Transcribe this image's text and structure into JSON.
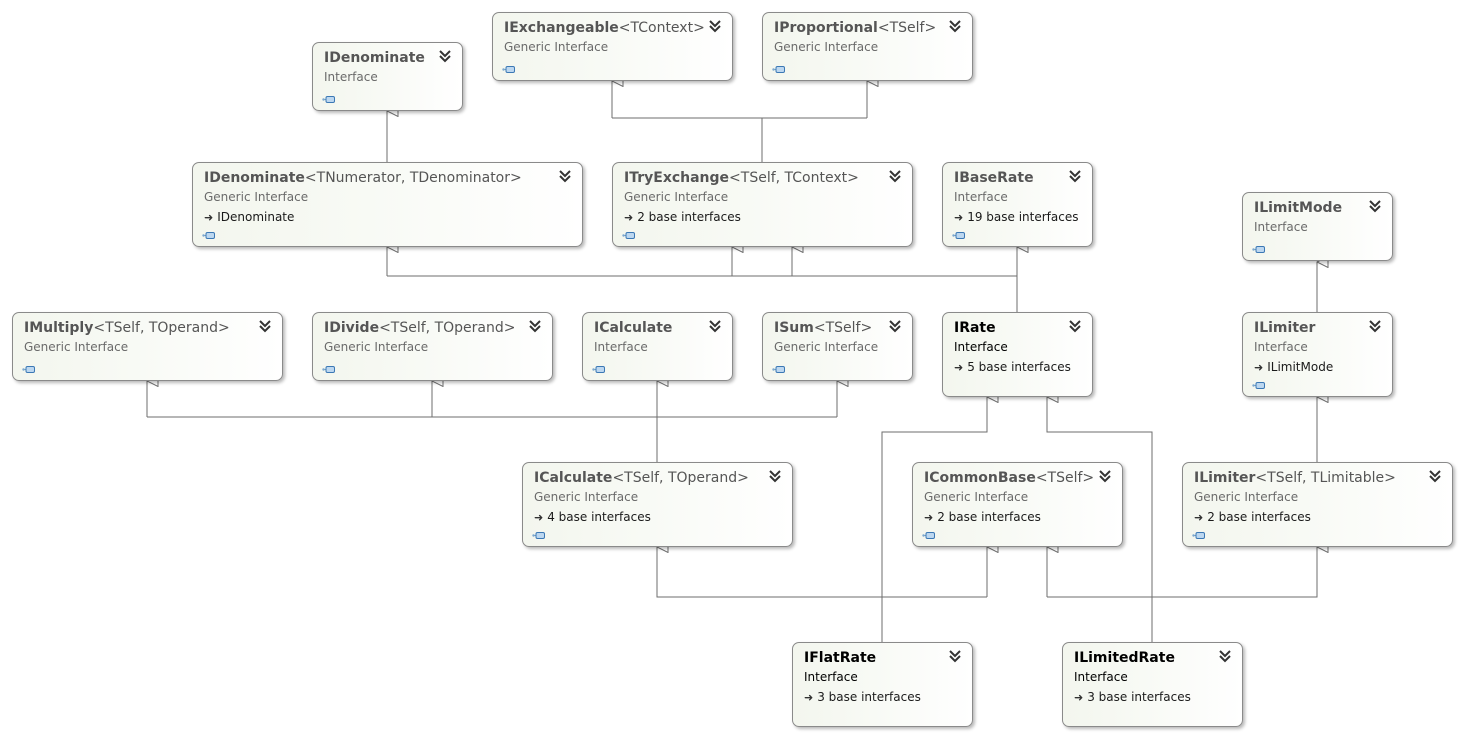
{
  "nodes": {
    "idenominate": {
      "title": "IDenominate",
      "params": "",
      "kind": "Interface",
      "base": ""
    },
    "iexchangeable": {
      "title": "IExchangeable",
      "params": "<TContext>",
      "kind": "Generic Interface",
      "base": ""
    },
    "iproportional": {
      "title": "IProportional",
      "params": "<TSelf>",
      "kind": "Generic Interface",
      "base": ""
    },
    "idenominate2": {
      "title": "IDenominate",
      "params": "<TNumerator, TDenominator>",
      "kind": "Generic Interface",
      "base": "IDenominate"
    },
    "itryexchange": {
      "title": "ITryExchange",
      "params": "<TSelf, TContext>",
      "kind": "Generic Interface",
      "base": "2 base interfaces"
    },
    "ibaserate": {
      "title": "IBaseRate",
      "params": "",
      "kind": "Interface",
      "base": "19 base interfaces"
    },
    "ilimitmode": {
      "title": "ILimitMode",
      "params": "",
      "kind": "Interface",
      "base": ""
    },
    "imultiply": {
      "title": "IMultiply",
      "params": "<TSelf, TOperand>",
      "kind": "Generic Interface",
      "base": ""
    },
    "idivide": {
      "title": "IDivide",
      "params": "<TSelf, TOperand>",
      "kind": "Generic Interface",
      "base": ""
    },
    "icalculate": {
      "title": "ICalculate",
      "params": "",
      "kind": "Interface",
      "base": ""
    },
    "isum": {
      "title": "ISum",
      "params": "<TSelf>",
      "kind": "Generic Interface",
      "base": ""
    },
    "irate": {
      "title": "IRate",
      "params": "",
      "kind": "Interface",
      "base": "5 base interfaces"
    },
    "ilimiter": {
      "title": "ILimiter",
      "params": "",
      "kind": "Interface",
      "base": "ILimitMode"
    },
    "icalculate2": {
      "title": "ICalculate",
      "params": "<TSelf, TOperand>",
      "kind": "Generic Interface",
      "base": "4 base interfaces"
    },
    "icommonbase": {
      "title": "ICommonBase",
      "params": "<TSelf>",
      "kind": "Generic Interface",
      "base": "2 base interfaces"
    },
    "ilimiter2": {
      "title": "ILimiter",
      "params": "<TSelf, TLimitable>",
      "kind": "Generic Interface",
      "base": "2 base interfaces"
    },
    "iflatrate": {
      "title": "IFlatRate",
      "params": "",
      "kind": "Interface",
      "base": "3 base interfaces"
    },
    "ilimitedrate": {
      "title": "ILimitedRate",
      "params": "",
      "kind": "Interface",
      "base": "3 base interfaces"
    }
  }
}
